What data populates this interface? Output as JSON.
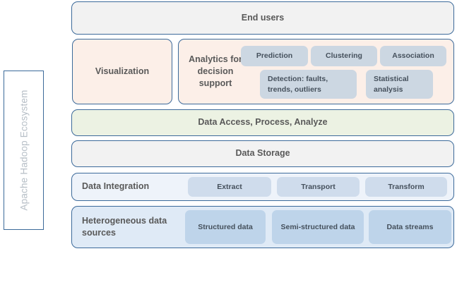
{
  "diagram": {
    "title_rail": "Apache Hadoop Ecosystem",
    "layers": {
      "end_users": "End users",
      "visualization": "Visualization",
      "analytics": "Analytics for decision support",
      "data_access": "Data Access, Process, Analyze",
      "data_storage": "Data Storage",
      "data_integration": "Data Integration",
      "data_sources": "Heterogeneous data sources"
    },
    "analytics_items": [
      {
        "label": "Prediction"
      },
      {
        "label": "Clustering"
      },
      {
        "label": "Association"
      },
      {
        "label": "Detection: faults, trends, outliers"
      },
      {
        "label": "Statistical analysis"
      }
    ],
    "integration_items": [
      {
        "label": "Extract"
      },
      {
        "label": "Transport"
      },
      {
        "label": "Transform"
      }
    ],
    "source_items": [
      {
        "label": "Structured data"
      },
      {
        "label": "Semi-structured data"
      },
      {
        "label": "Data streams"
      }
    ],
    "colors": {
      "border": "#3c6a9a",
      "text": "#595959",
      "chip_text": "#45505c",
      "rail_text": "#b6bec6",
      "fill_grey": "#f2f2f2",
      "fill_peach": "#fcefe8",
      "fill_green": "#ecf2e3",
      "fill_paleblue": "#eef3fa",
      "fill_blue": "#dfeaf6",
      "chip_grey": "#ccd7e2",
      "chip_lite": "#cfdcec",
      "chip_mid": "#bed4ea"
    }
  }
}
